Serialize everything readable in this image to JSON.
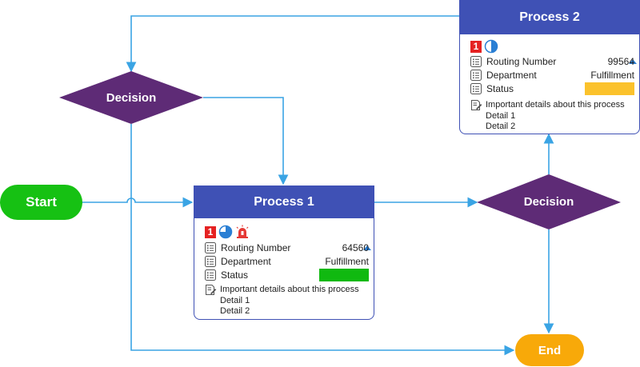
{
  "start": {
    "label": "Start"
  },
  "end": {
    "label": "End"
  },
  "decision_top": {
    "label": "Decision"
  },
  "decision_right": {
    "label": "Decision"
  },
  "process1": {
    "title": "Process 1",
    "badge": "1",
    "fields": [
      {
        "label": "Routing Number",
        "value": "64560"
      },
      {
        "label": "Department",
        "value": "Fulfillment"
      },
      {
        "label": "Status",
        "value": ""
      }
    ],
    "status_color": "#10b910",
    "note_title": "Important details about this process",
    "details": [
      "Detail 1",
      "Detail 2"
    ]
  },
  "process2": {
    "title": "Process 2",
    "badge": "1",
    "fields": [
      {
        "label": "Routing Number",
        "value": "99564"
      },
      {
        "label": "Department",
        "value": "Fulfillment"
      },
      {
        "label": "Status",
        "value": ""
      }
    ],
    "status_color": "#fbc22c",
    "note_title": "Important details about this process",
    "details": [
      "Detail 1",
      "Detail 2"
    ]
  },
  "colors": {
    "connector": "#3aa4e4",
    "decision_fill": "#5e2b76",
    "process_header": "#3f51b5",
    "start_fill": "#16c113",
    "end_fill": "#f8a909"
  },
  "icons": [
    "badge-one-icon",
    "pie-progress-icon",
    "alarm-light-icon",
    "list-field-icon",
    "note-edit-icon",
    "collapse-arrow-icon"
  ]
}
